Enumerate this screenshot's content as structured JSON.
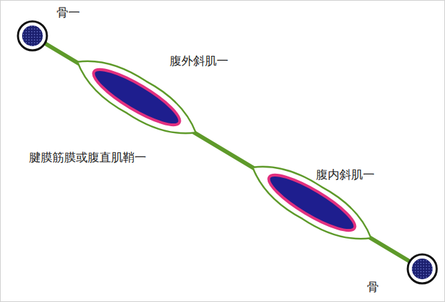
{
  "diagram": {
    "labels": [
      "骨一",
      "腹外斜肌一",
      "腱膜筋膜或腹直肌鞘一",
      "腹内斜肌一",
      "骨"
    ]
  }
}
